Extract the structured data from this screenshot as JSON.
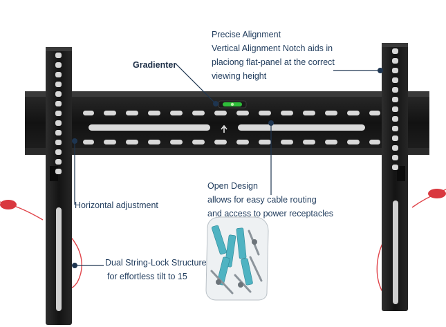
{
  "callouts": {
    "precise_alignment": {
      "title": "Precise Alignment",
      "line1": "Vertical Alignment Notch aids in",
      "line2": "placiong flat-panel at the correct",
      "line3": "viewing height"
    },
    "gradienter": {
      "title": "Gradienter"
    },
    "horizontal_adjustment": {
      "title": "Horizontal adjustment"
    },
    "open_design": {
      "title": "Open Design",
      "line1": "allows for easy cable routing",
      "line2": "and access to power receptacles"
    },
    "dual_string_lock": {
      "title": "Dual String-Lock Structure",
      "line1": "for effortless tilt to 15"
    }
  },
  "colors": {
    "background": "#ffffff",
    "metal": "#141414",
    "metal_edge": "#3a3a3a",
    "leader": "#1e3550",
    "string": "#e0444a",
    "bubble": "#2fbf3a",
    "hardware": "#4fb3c2",
    "label_text": "#1f3b5c"
  }
}
